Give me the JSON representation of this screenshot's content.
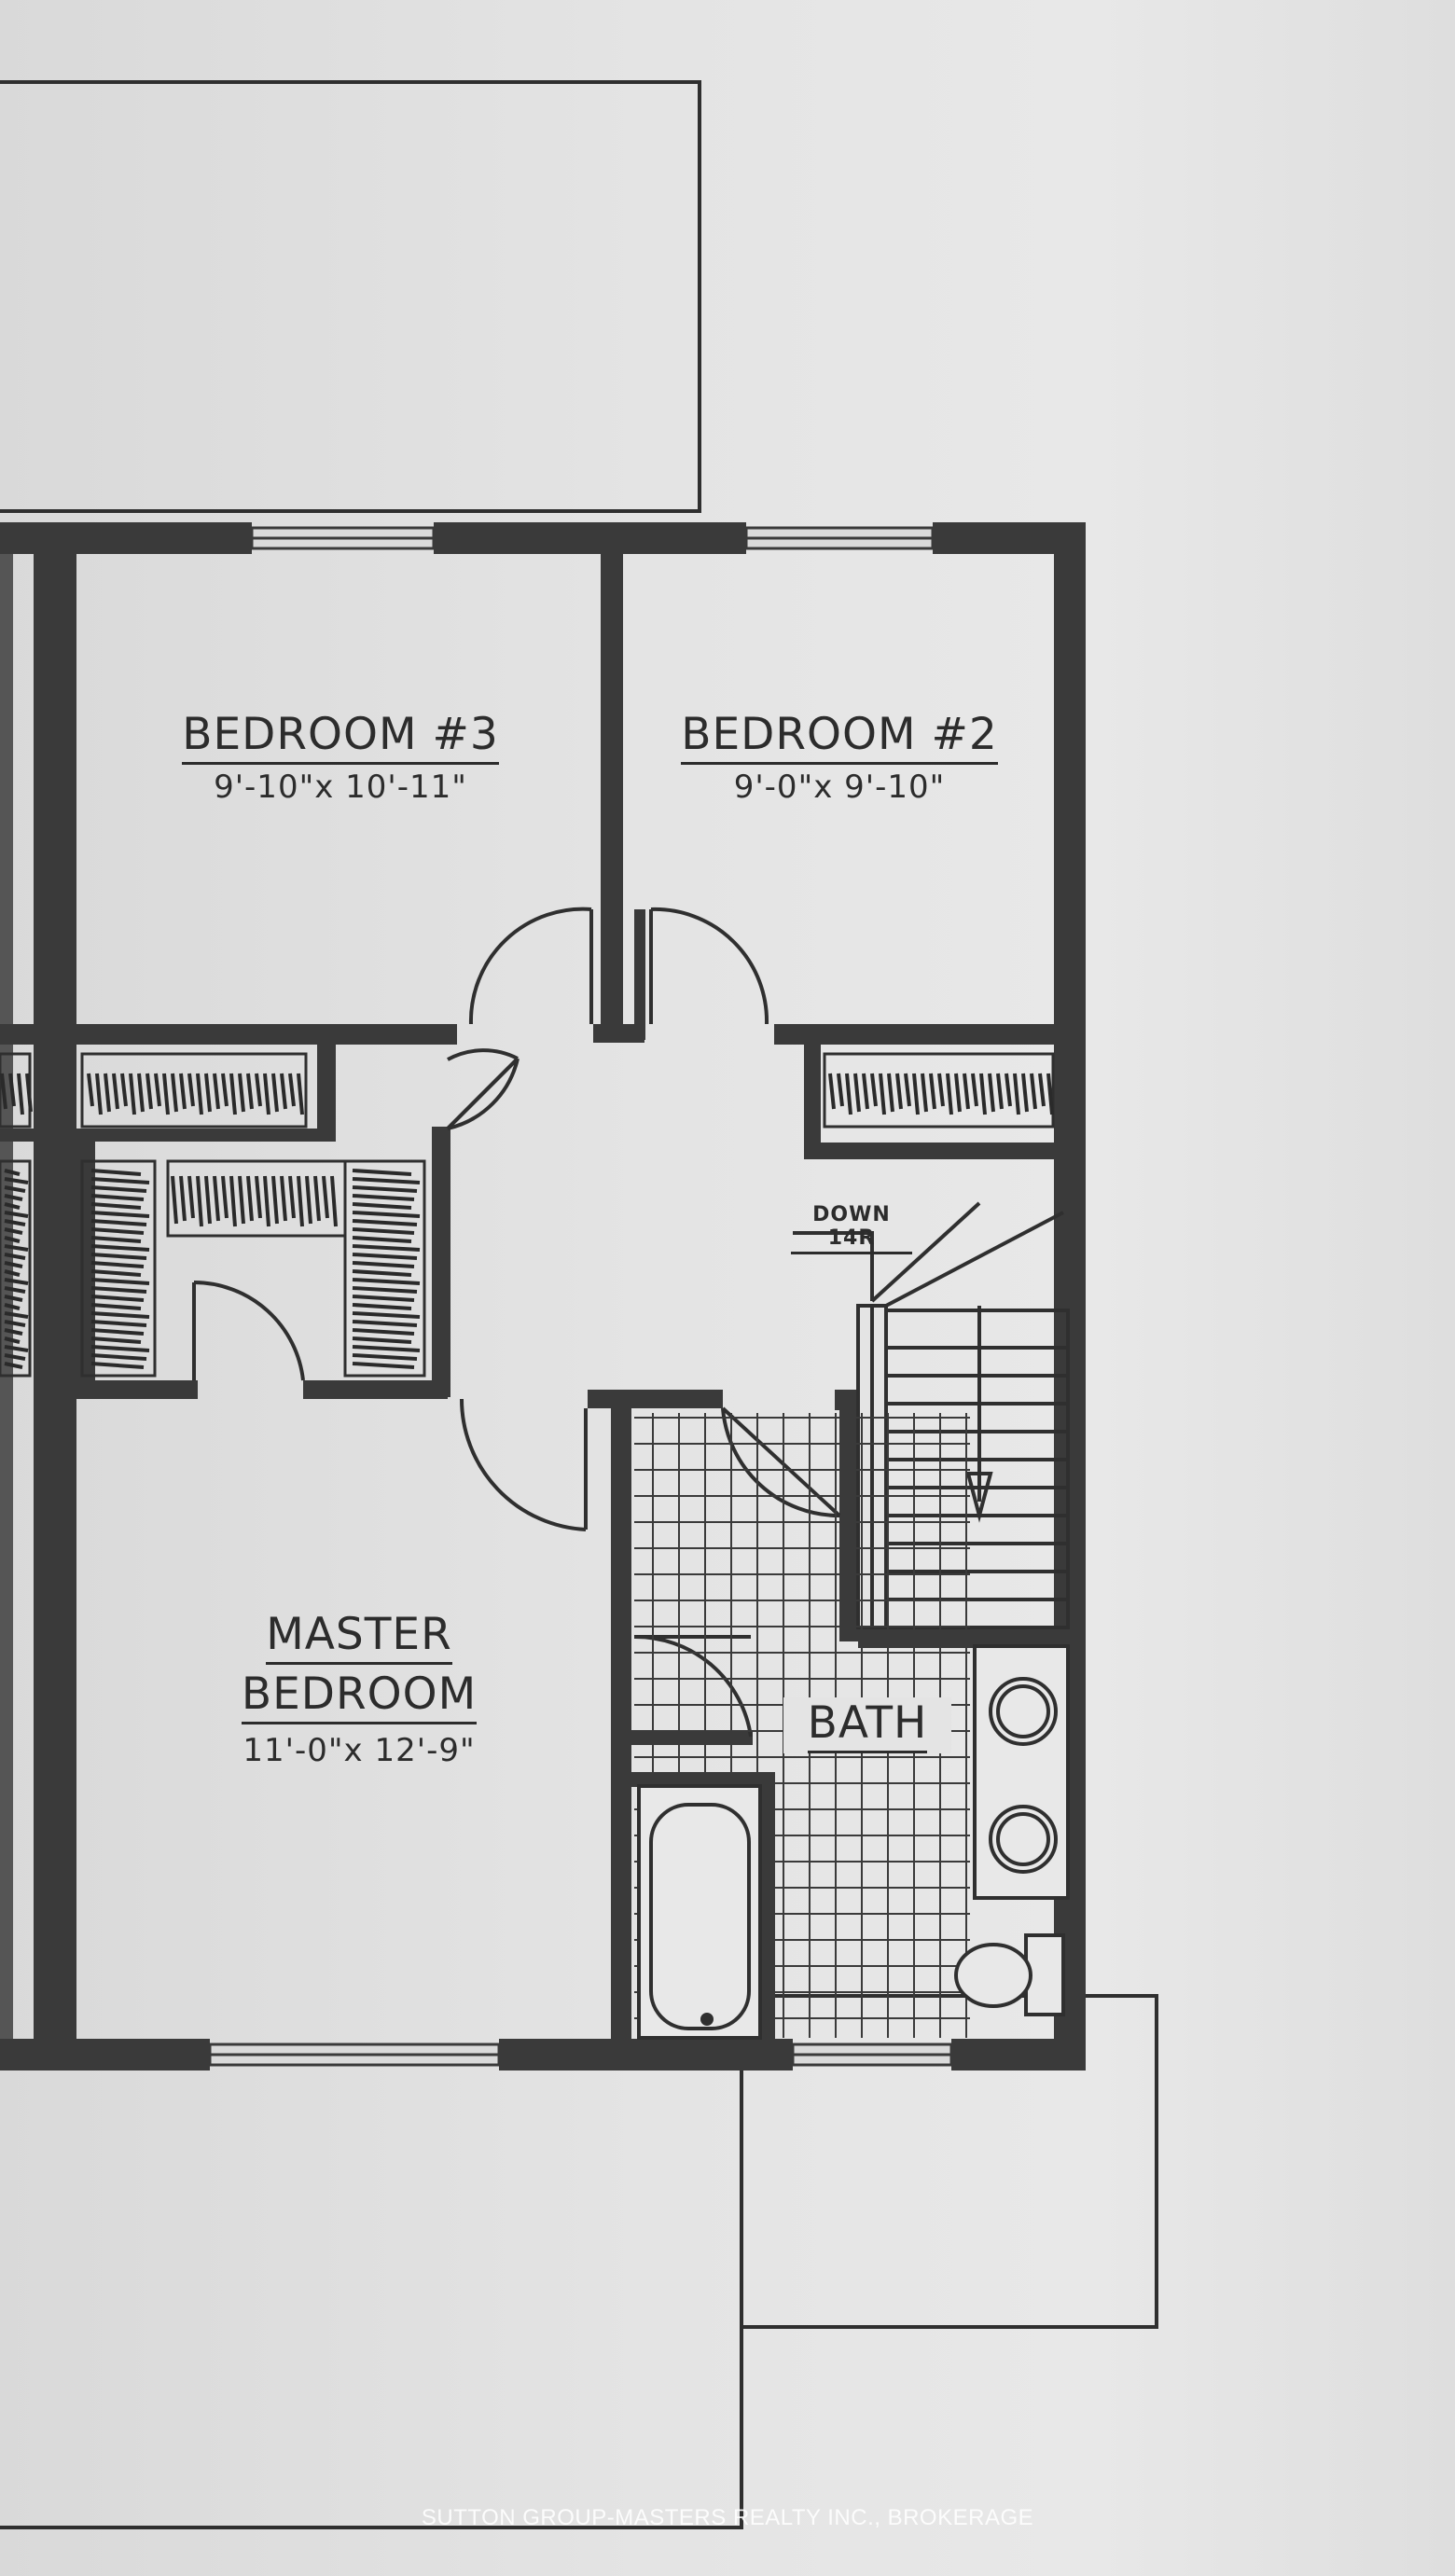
{
  "rooms": {
    "bedroom3": {
      "name": "BEDROOM #3",
      "dims": "9'-10\"x 10'-11\""
    },
    "bedroom2": {
      "name": "BEDROOM #2",
      "dims": "9'-0\"x 9'-10\""
    },
    "master": {
      "name_line1": "MASTER",
      "name_line2": "BEDROOM",
      "dims": "11'-0\"x 12'-9\""
    },
    "bath": {
      "name": "BATH"
    }
  },
  "stairs": {
    "label": "DOWN 14R"
  },
  "watermark": "SUTTON GROUP-MASTERS REALTY INC., BROKERAGE",
  "colors": {
    "wall": "#3a3a3a",
    "paper": "#e4e4e4",
    "line": "#2c2c2c"
  }
}
